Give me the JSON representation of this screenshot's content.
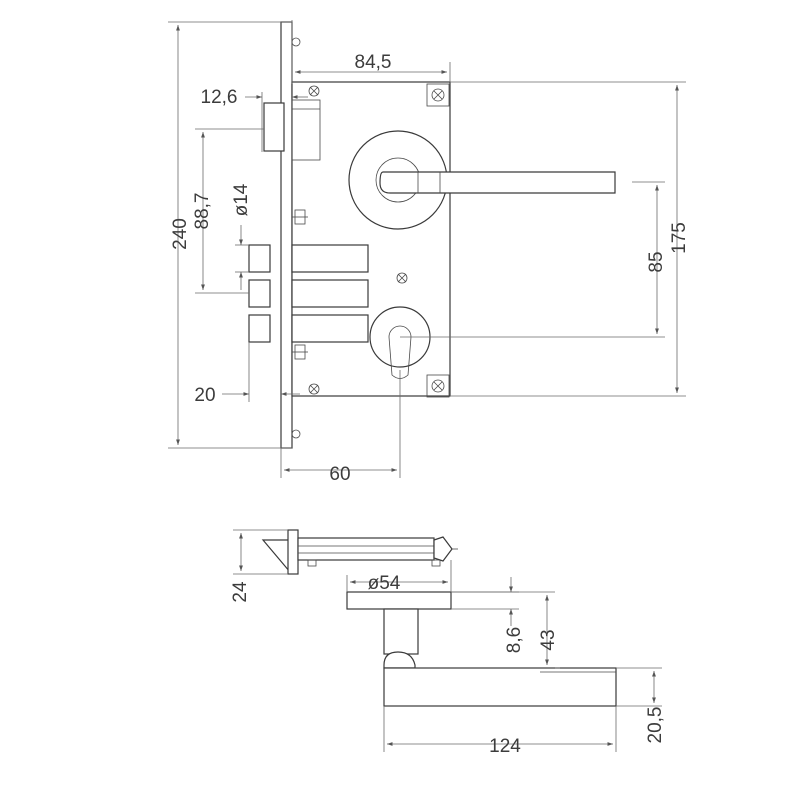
{
  "dimensions": {
    "d84_5": "84,5",
    "d12_6": "12,6",
    "d88_7": "88,7",
    "d14": "ø14",
    "d240": "240",
    "d20": "20",
    "d60": "60",
    "d85": "85",
    "d175": "175",
    "d54": "ø54",
    "d24": "24",
    "d8_6": "8,6",
    "d43": "43",
    "d124": "124",
    "d20_5": "20,5"
  }
}
